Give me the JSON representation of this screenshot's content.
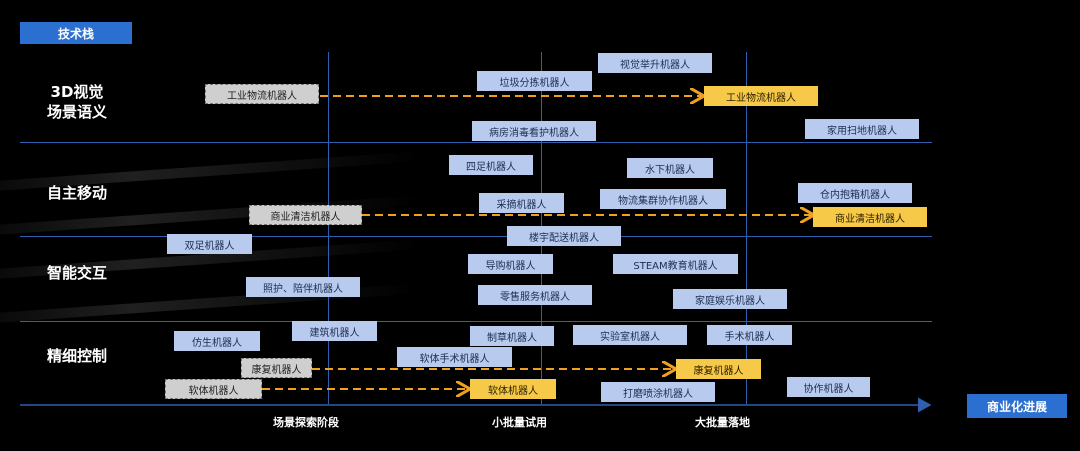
{
  "header": {
    "tag_label": "技术栈"
  },
  "categories": [
    {
      "line1": "3D视觉",
      "line2": "场景语义"
    },
    {
      "line1": "自主移动",
      "line2": ""
    },
    {
      "line1": "智能交互",
      "line2": ""
    },
    {
      "line1": "精细控制",
      "line2": ""
    }
  ],
  "stages": [
    "场景探索阶段",
    "小批量试用",
    "大批量落地"
  ],
  "progress_label": "商业化进展",
  "robots": [
    "视觉举升机器人",
    "垃圾分拣机器人",
    "工业物流机器人",
    "工业物流机器人",
    "病房消毒看护机器人",
    "家用扫地机器人",
    "四足机器人",
    "水下机器人",
    "采摘机器人",
    "物流集群协作机器人",
    "仓内抱箱机器人",
    "商业清洁机器人",
    "商业清洁机器人",
    "双足机器人",
    "楼宇配送机器人",
    "导购机器人",
    "STEAM教育机器人",
    "照护、陪伴机器人",
    "零售服务机器人",
    "家庭娱乐机器人",
    "建筑机器人",
    "仿生机器人",
    "制草机器人",
    "实验室机器人",
    "手术机器人",
    "软体手术机器人",
    "康复机器人",
    "康复机器人",
    "软体机器人",
    "软体机器人",
    "打磨喷涂机器人",
    "协作机器人"
  ],
  "colors": {
    "accent": "#2b6fd0",
    "box": "#b8cbee",
    "highlight": "#f7c948",
    "arrow": "#f0a020"
  }
}
